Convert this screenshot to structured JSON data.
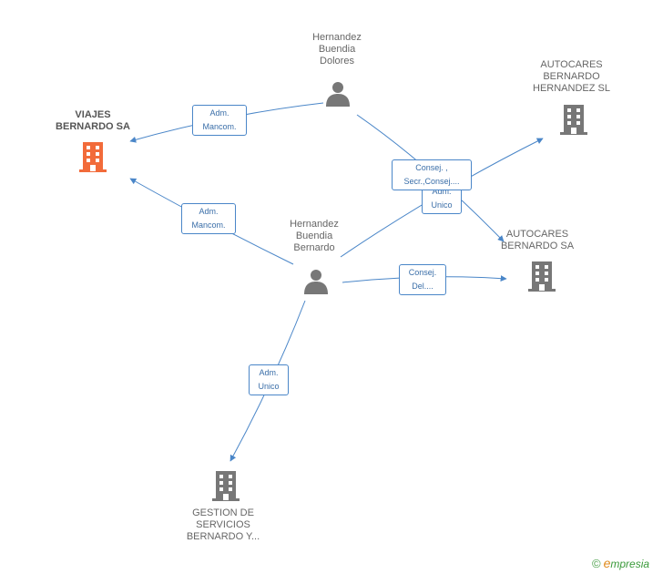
{
  "nodes": {
    "viajes": {
      "lines": [
        "VIAJES",
        "BERNARDO SA"
      ],
      "color": "#f26b3a"
    },
    "dolores": {
      "lines": [
        "Hernandez",
        "Buendia",
        "Dolores"
      ]
    },
    "autocares_sl": {
      "lines": [
        "AUTOCARES",
        "BERNARDO",
        "HERNANDEZ SL"
      ]
    },
    "bernardo": {
      "lines": [
        "Hernandez",
        "Buendia",
        "Bernardo"
      ]
    },
    "autocares_sa": {
      "lines": [
        "AUTOCARES",
        "BERNARDO SA"
      ]
    },
    "gestion": {
      "lines": [
        "GESTION DE",
        "SERVICIOS",
        "BERNARDO Y..."
      ]
    }
  },
  "edges": {
    "dolores_viajes": [
      "Adm.",
      "Mancom."
    ],
    "bernardo_viajes": [
      "Adm.",
      "Mancom."
    ],
    "dolores_autocares": [
      "Consej. ,",
      "Secr.,Consej...."
    ],
    "bernardo_autocares_sl": [
      "Adm.",
      "Unico"
    ],
    "bernardo_autocares_sa": [
      "Consej.",
      "Del...."
    ],
    "bernardo_gestion": [
      "Adm.",
      "Unico"
    ]
  },
  "colors": {
    "edge": "#4a86c8",
    "company": "#777777",
    "company_main": "#f26b3a",
    "person": "#777777"
  },
  "icons": {
    "person": "person-icon",
    "company": "building-icon"
  },
  "footer": {
    "copyright": "©",
    "brand_initial": "e",
    "brand_rest": "mpresia"
  }
}
